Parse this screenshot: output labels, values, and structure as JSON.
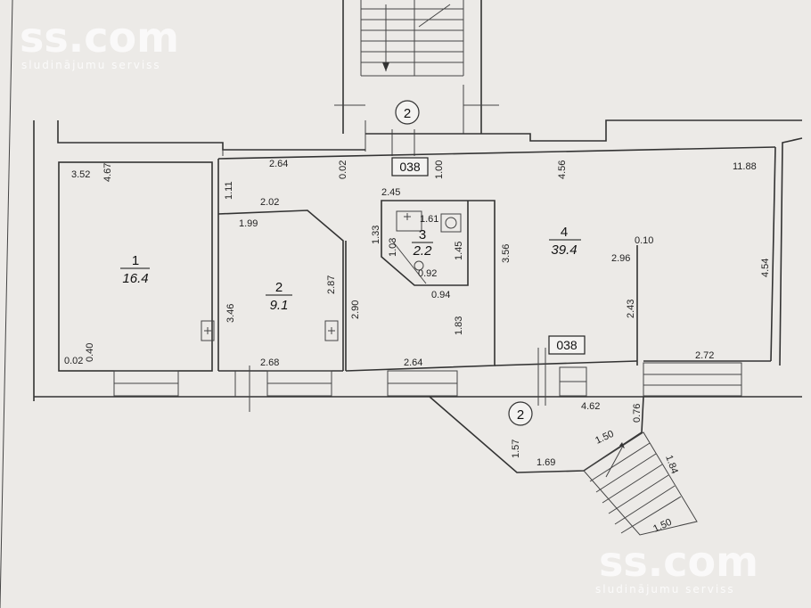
{
  "watermark": {
    "top": {
      "brand": "ss.com",
      "tagline": "sludinājumu serviss"
    },
    "bottom": {
      "brand": "ss.com",
      "tagline": "sludinājumu serviss"
    }
  },
  "axis_markers": {
    "top": "2",
    "bottom": "2"
  },
  "labels": {
    "unit_top": "038",
    "unit_bottom": "038"
  },
  "rooms": [
    {
      "number": "1",
      "area": "16.4"
    },
    {
      "number": "2",
      "area": "9.1"
    },
    {
      "number": "3",
      "area": "2.2"
    },
    {
      "number": "4",
      "area": "39.4"
    }
  ],
  "dimensions": {
    "d352": "3.52",
    "d467": "4.67",
    "d264t": "2.64",
    "d002t": "0.02",
    "d100": "1.00",
    "d456": "4.56",
    "d1188": "11.88",
    "d111": "1.11",
    "d202": "2.02",
    "d245": "2.45",
    "d199": "1.99",
    "d161": "1.61",
    "d133": "1.33",
    "d103": "1.03",
    "d145": "1.45",
    "d092": "0.92",
    "d356": "3.56",
    "d010": "0.10",
    "d296": "2.96",
    "d454": "4.54",
    "d287": "2.87",
    "d094": "0.94",
    "d346": "3.46",
    "d290": "2.90",
    "d183": "1.83",
    "d243": "2.43",
    "d002b": "0.02",
    "d040": "0.40",
    "d268": "2.68",
    "d264b": "2.64",
    "d272": "2.72",
    "d462": "4.62",
    "d076": "0.76",
    "d157": "1.57",
    "d169": "1.69",
    "d150a": "1.50",
    "d184": "1.84",
    "d150b": "1.50"
  }
}
